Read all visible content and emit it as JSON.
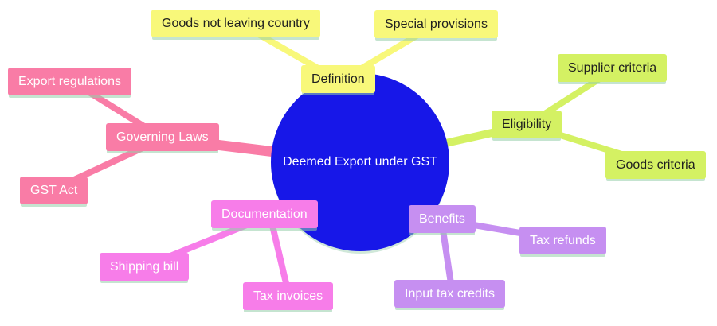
{
  "diagram": {
    "type": "mindmap",
    "root": {
      "id": "root",
      "label": "Deemed Export under GST",
      "color": "#1717e8",
      "text_color": "#ffffff"
    },
    "branches": [
      {
        "id": "definition",
        "label": "Definition",
        "color": "#f8f87a",
        "text_color": "#1f1f1f",
        "children": [
          {
            "label": "Goods not leaving country"
          },
          {
            "label": "Special provisions"
          }
        ]
      },
      {
        "id": "eligibility",
        "label": "Eligibility",
        "color": "#d4f163",
        "text_color": "#1f1f1f",
        "children": [
          {
            "label": "Supplier criteria"
          },
          {
            "label": "Goods criteria"
          }
        ]
      },
      {
        "id": "governing_laws",
        "label": "Governing Laws",
        "color": "#f97ca6",
        "text_color": "#ffffff",
        "children": [
          {
            "label": "Export regulations"
          },
          {
            "label": "GST Act"
          }
        ]
      },
      {
        "id": "documentation",
        "label": "Documentation",
        "color": "#f77de9",
        "text_color": "#ffffff",
        "children": [
          {
            "label": "Shipping bill"
          },
          {
            "label": "Tax invoices"
          }
        ]
      },
      {
        "id": "benefits",
        "label": "Benefits",
        "color": "#c68ff1",
        "text_color": "#ffffff",
        "children": [
          {
            "label": "Tax refunds"
          },
          {
            "label": "Input tax credits"
          }
        ]
      }
    ]
  }
}
